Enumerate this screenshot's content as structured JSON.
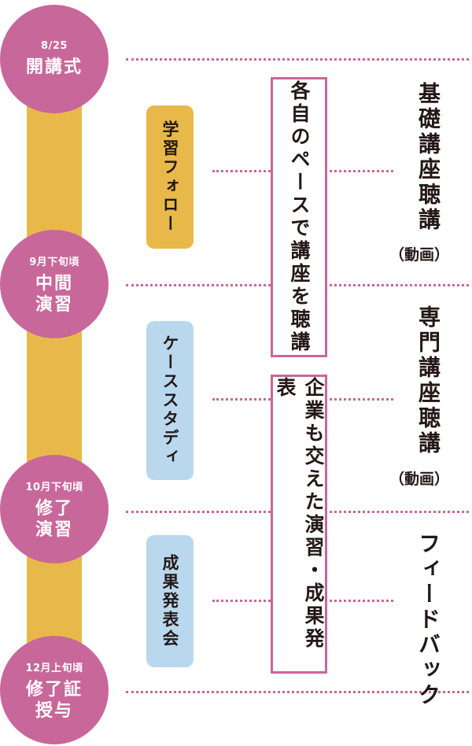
{
  "milestones": [
    {
      "date": "8/25",
      "label": "開講式"
    },
    {
      "date": "9月下旬頃",
      "label": "中間\n演習"
    },
    {
      "date": "10月下旬頃",
      "label": "修了\n演習"
    },
    {
      "date": "12月上旬頃",
      "label": "修了証\n授与"
    }
  ],
  "activities": {
    "follow": "学習フォロー",
    "case_study": "ケーススタディ",
    "presentation": "成果発表会"
  },
  "boxes": {
    "own_pace": "各自のペースで講座を聴講",
    "exercise": "企業も交えた演習・成果発表"
  },
  "phases": {
    "basic": "基礎講座聴講",
    "basic_note": "（動画）",
    "special": "専門講座聴講",
    "special_note": "（動画）",
    "feedback": "フィードバック"
  },
  "colors": {
    "milestone": "#c8679a",
    "spine": "#e8b94a",
    "follow_pill": "#e8b94a",
    "case_pill": "#b9d8ee",
    "dotted_line": "#c8679a"
  }
}
